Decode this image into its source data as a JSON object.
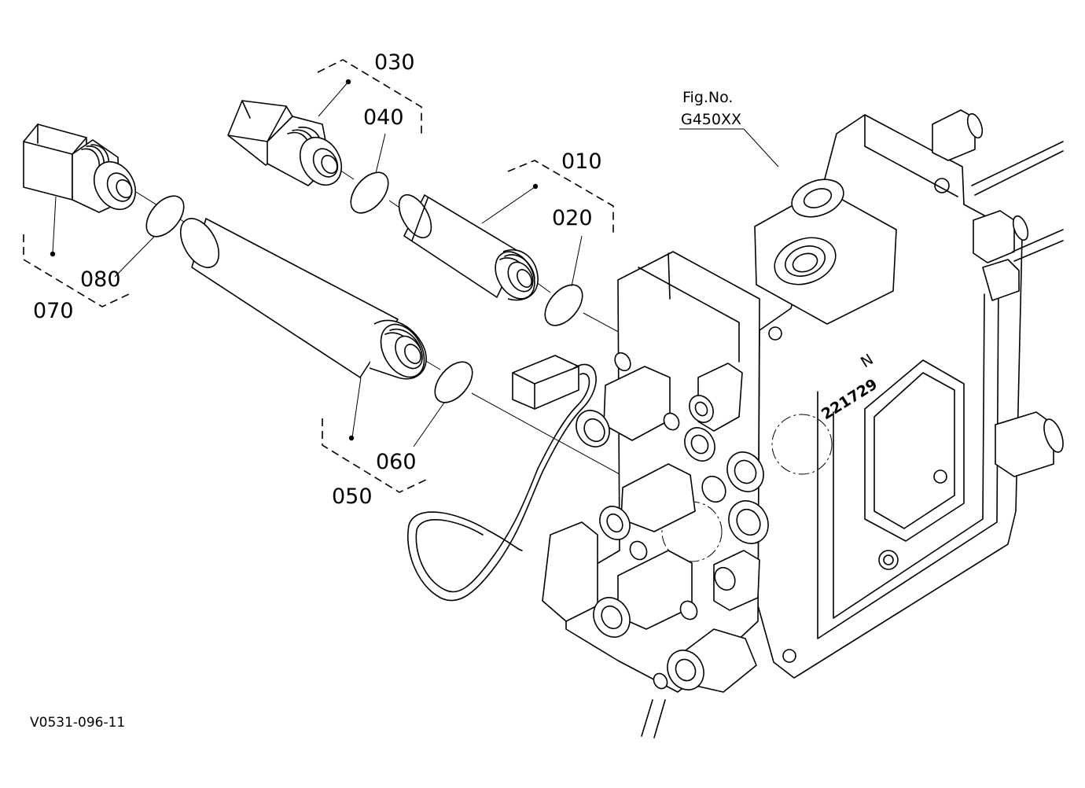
{
  "figure": {
    "fig_label": "Fig.No.",
    "fig_number": "G450XX",
    "drawing_code": "V0531-096-11",
    "casting_mark": "221729",
    "casting_letter": "N"
  },
  "parts": [
    {
      "ref": "010"
    },
    {
      "ref": "020"
    },
    {
      "ref": "030"
    },
    {
      "ref": "040"
    },
    {
      "ref": "050"
    },
    {
      "ref": "060"
    },
    {
      "ref": "070"
    },
    {
      "ref": "080"
    }
  ]
}
